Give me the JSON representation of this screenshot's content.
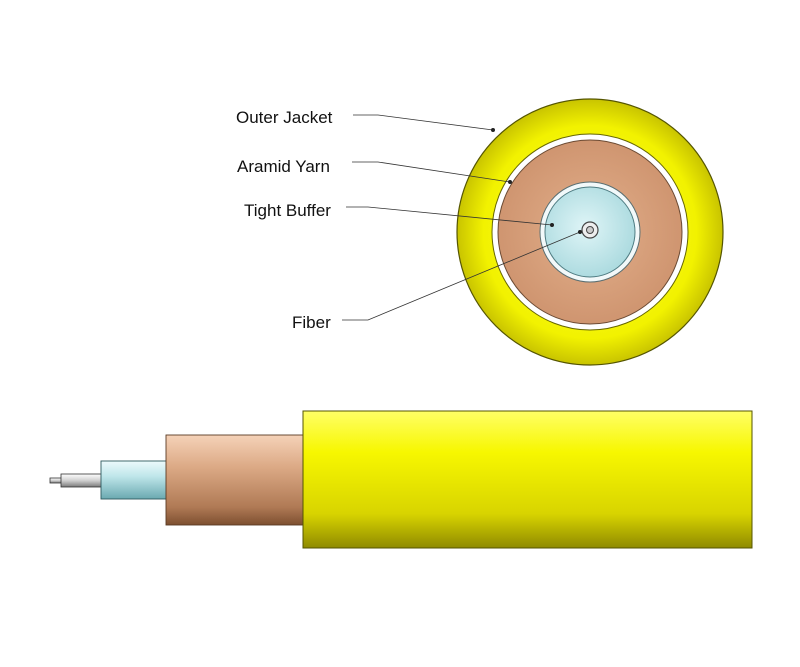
{
  "labels": {
    "outer_jacket": "Outer Jacket",
    "aramid_yarn": "Aramid Yarn",
    "tight_buffer": "Tight Buffer",
    "fiber": "Fiber"
  },
  "colors": {
    "jacket": "#f4f400",
    "aramid": "#d6a07a",
    "buffer": "#bfe6ea",
    "fiber_core": "#d8d8d8",
    "leader": "#333333"
  }
}
